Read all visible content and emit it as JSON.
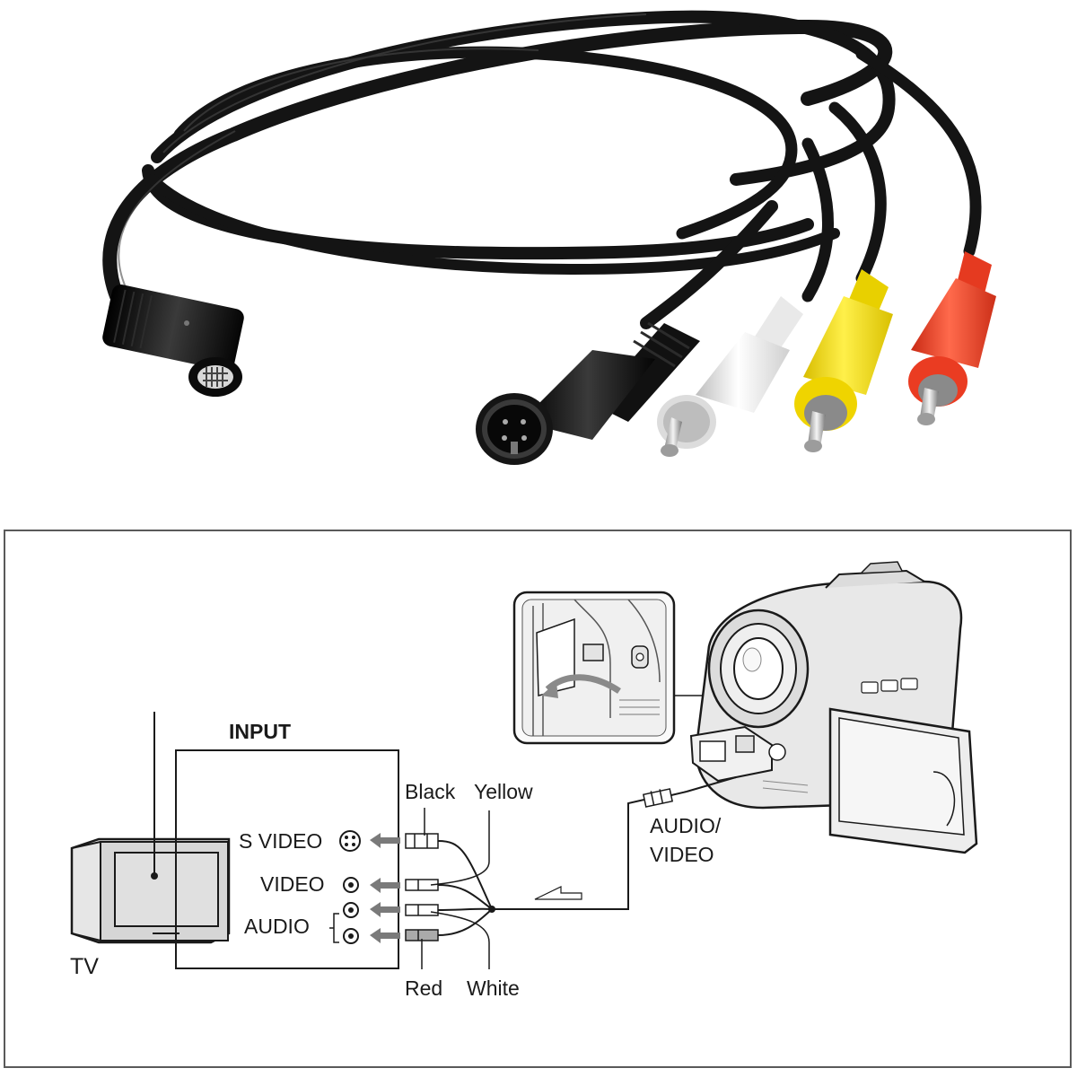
{
  "diagram": {
    "input_label": "INPUT",
    "tv_label": "TV",
    "ports": {
      "s_video": "S VIDEO",
      "video": "VIDEO",
      "audio": "AUDIO"
    },
    "plug_colors": {
      "black": "Black",
      "yellow": "Yellow",
      "red": "Red",
      "white": "White"
    },
    "camera_port": {
      "line1": "AUDIO/",
      "line2": "VIDEO"
    }
  },
  "colors": {
    "cable": "#141414",
    "plug_white": "#f2f2f2",
    "plug_yellow": "#f4dd00",
    "plug_red": "#f0442a",
    "frame_border": "#5a5a5a",
    "line_art": "#1a1a1a"
  },
  "icons": [
    "cable-photo",
    "mini-din-connector-icon",
    "s-video-plug-icon",
    "rca-plug-icon",
    "tv-icon",
    "camcorder-icon",
    "port-detail-inset-icon",
    "arrow-icon",
    "direction-arrow-icon"
  ]
}
